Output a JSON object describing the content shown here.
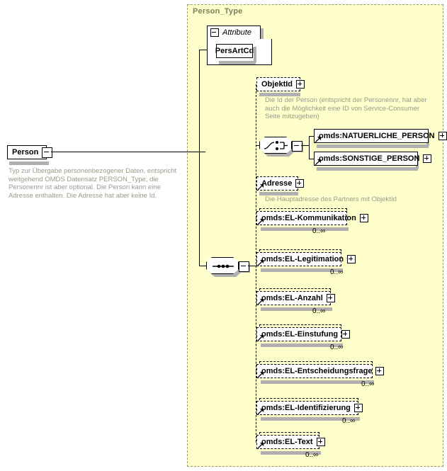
{
  "diagram": {
    "type_container_label": "Person_Type",
    "root": {
      "name": "Person",
      "annotation": "Typ zur Übergabe personenbezogener Daten, entspricht weitgehend OMDS Datensatz PERSON_Type, die Personennr ist aber optional. Die Person kann eine Adresse enthalten. Die Adresse hat aber keine Id."
    },
    "attribute_group": {
      "label": "Attribute",
      "items": [
        {
          "name": "PersArtCd"
        }
      ]
    },
    "children": [
      {
        "name": "ObjektId",
        "optional": true,
        "repeating": false,
        "expandable": true,
        "annotation": "Die Id der Person (entspricht der Personennr, hat aber auch die Möglichkeit eine ID von Service-Consumer Seite mitzugeben)",
        "occurrence": ""
      },
      {
        "name": "omds:NATUERLICHE_PERSON",
        "optional": false,
        "repeating": false,
        "expandable": true,
        "annotation": "",
        "occurrence": ""
      },
      {
        "name": "omds:SONSTIGE_PERSON",
        "optional": false,
        "repeating": false,
        "expandable": true,
        "annotation": "",
        "occurrence": ""
      },
      {
        "name": "Adresse",
        "optional": true,
        "repeating": false,
        "expandable": true,
        "annotation": "Die Hauptadresse des Partners mit ObjektId",
        "occurrence": ""
      },
      {
        "name": "omds:EL-Kommunikation",
        "optional": true,
        "repeating": true,
        "expandable": true,
        "annotation": "",
        "occurrence": "0..∞"
      },
      {
        "name": "omds:EL-Legitimation",
        "optional": true,
        "repeating": true,
        "expandable": true,
        "annotation": "",
        "occurrence": "0..∞"
      },
      {
        "name": "omds:EL-Anzahl",
        "optional": true,
        "repeating": true,
        "expandable": true,
        "annotation": "",
        "occurrence": "0..∞"
      },
      {
        "name": "omds:EL-Einstufung",
        "optional": true,
        "repeating": true,
        "expandable": true,
        "annotation": "",
        "occurrence": "0..∞"
      },
      {
        "name": "omds:EL-Entscheidungsfrage",
        "optional": true,
        "repeating": true,
        "expandable": true,
        "annotation": "",
        "occurrence": "0..∞"
      },
      {
        "name": "omds:EL-Identifizierung",
        "optional": true,
        "repeating": true,
        "expandable": true,
        "annotation": "",
        "occurrence": "0..∞"
      },
      {
        "name": "omds:EL-Text",
        "optional": true,
        "repeating": true,
        "expandable": true,
        "annotation": "",
        "occurrence": "0..∞"
      }
    ],
    "compositors": [
      {
        "kind": "choice"
      },
      {
        "kind": "sequence"
      }
    ],
    "colors": {
      "container_bg": "#ffffcc",
      "container_border": "#9a9a6a",
      "node_fill": "#ffffff",
      "line": "#000000",
      "annotation_text": "#9a9a8a",
      "type_label_text": "#7f7f5a",
      "shadow": "#b0b0b0"
    }
  }
}
